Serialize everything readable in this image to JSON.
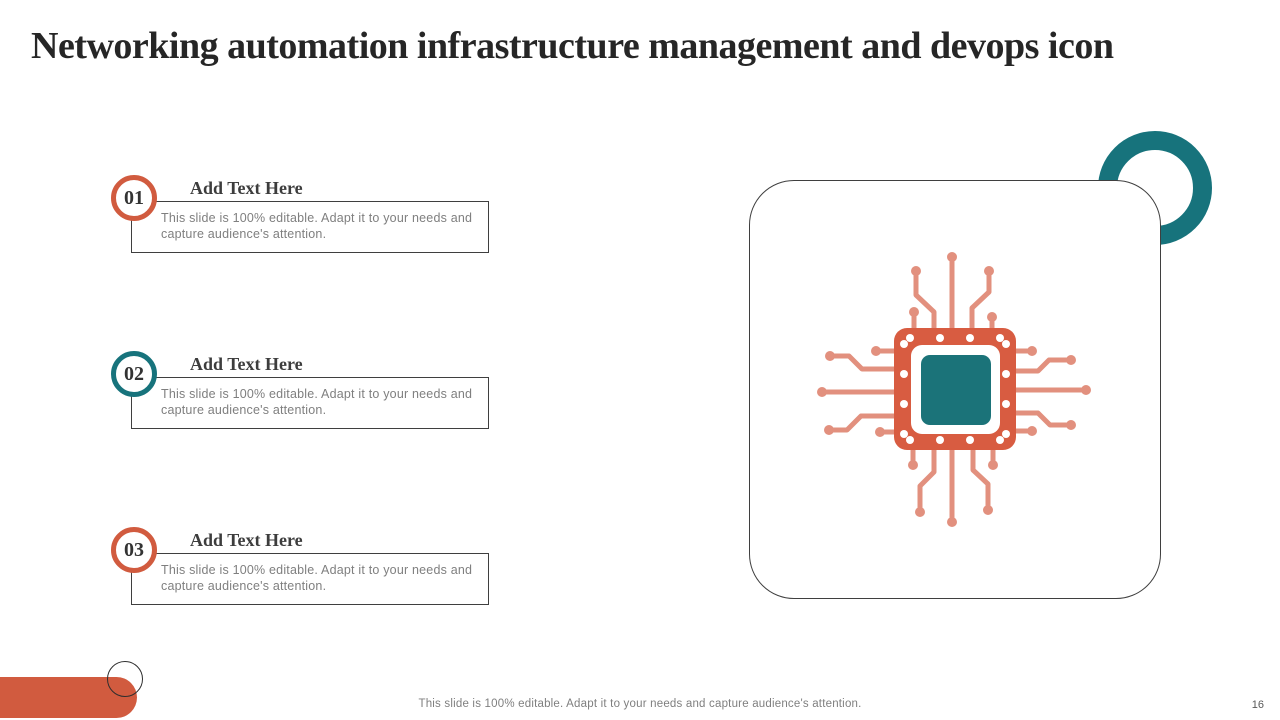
{
  "slide": {
    "title": "Networking automation infrastructure management and devops icon",
    "footer": "This slide is 100% editable. Adapt it to your needs and capture audience's attention.",
    "page_number": "16"
  },
  "items": [
    {
      "number": "01",
      "heading": "Add Text Here",
      "body": "This slide is 100% editable. Adapt it to your needs and capture audience's attention."
    },
    {
      "number": "02",
      "heading": "Add Text Here",
      "body": "This slide is 100% editable. Adapt it to your needs and capture audience's attention."
    },
    {
      "number": "03",
      "heading": "Add Text Here",
      "body": "This slide is 100% editable. Adapt it to your needs and capture audience's attention."
    }
  ],
  "icon": {
    "name": "cpu-circuit-icon"
  },
  "colors": {
    "accent_orange": "#D15B3F",
    "accent_teal": "#17737C",
    "chip_frame": "#D85C41",
    "chip_trace": "#E2907E",
    "chip_core": "#1B7379",
    "text_dark": "#262626",
    "text_gray": "#7F7F7F",
    "border_dark": "#3F3F3F"
  }
}
